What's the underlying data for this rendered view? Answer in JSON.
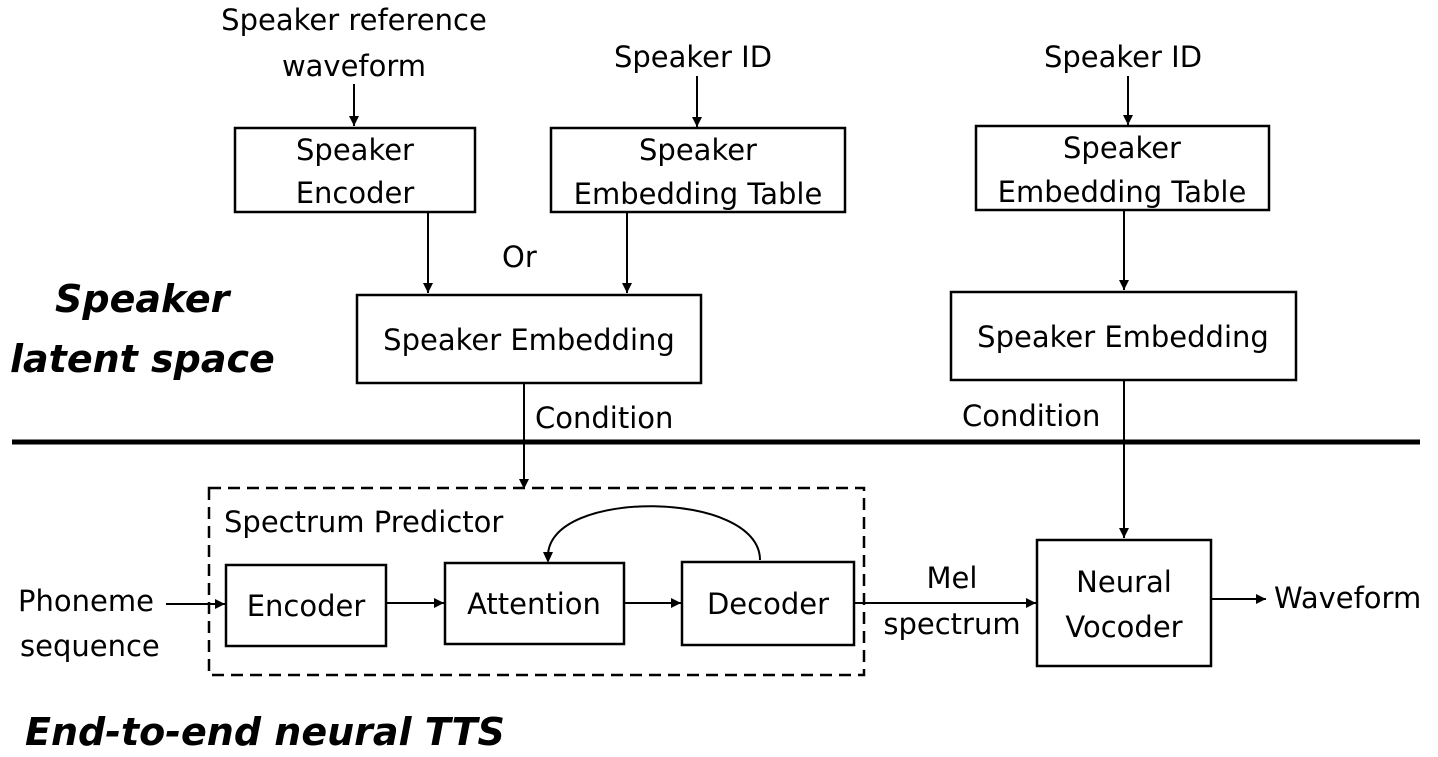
{
  "inputs": {
    "speaker_reference": [
      "Speaker reference",
      "waveform"
    ],
    "speaker_id_left": "Speaker ID",
    "speaker_id_right": "Speaker ID",
    "phoneme": [
      "Phoneme",
      "sequence"
    ]
  },
  "boxes": {
    "speaker_encoder": [
      "Speaker",
      "Encoder"
    ],
    "embedding_table_left": [
      "Speaker",
      "Embedding Table"
    ],
    "embedding_table_right": [
      "Speaker",
      "Embedding Table"
    ],
    "speaker_embedding_left": "Speaker Embedding",
    "speaker_embedding_right": "Speaker Embedding",
    "encoder": "Encoder",
    "attention": "Attention",
    "decoder": "Decoder",
    "vocoder": [
      "Neural",
      "Vocoder"
    ]
  },
  "labels": {
    "or": "Or",
    "condition_left": "Condition",
    "condition_right": "Condition",
    "spectrum_predictor": "Spectrum Predictor",
    "mel_spectrum": [
      "Mel",
      "spectrum"
    ],
    "waveform_out": "Waveform"
  },
  "sections": {
    "speaker_latent_space": [
      "Speaker",
      "latent space"
    ],
    "end_to_end_tts": "End-to-end neural TTS"
  }
}
